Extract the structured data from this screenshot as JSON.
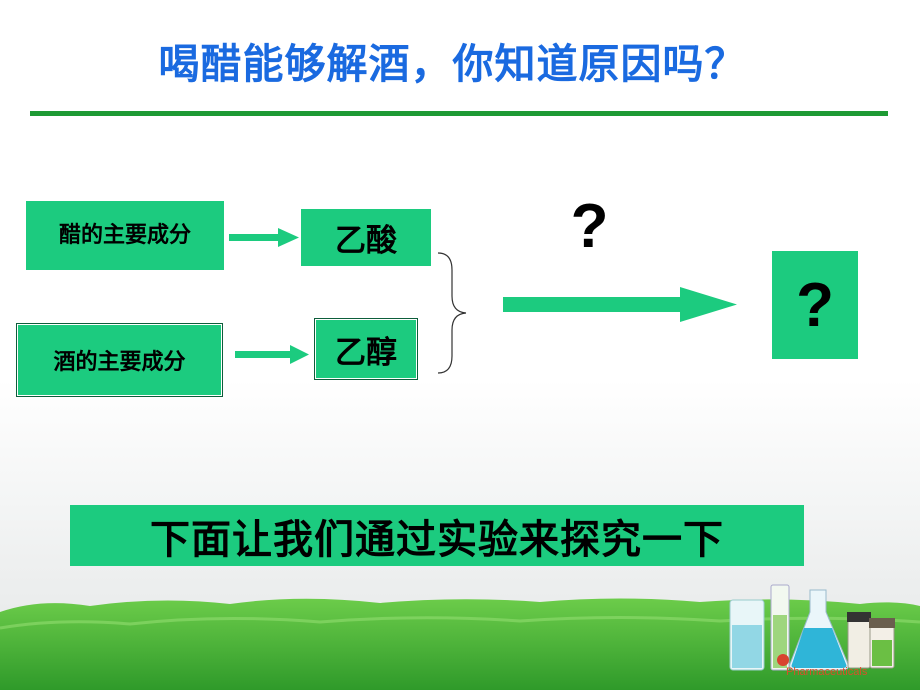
{
  "title": "喝醋能够解酒，你知道原因吗？",
  "boxes": {
    "vinegar_component": "醋的主要成分",
    "liquor_component": "酒的主要成分",
    "acetic_acid": "乙酸",
    "ethanol": "乙醇",
    "unknown_condition": "?",
    "unknown_product": "?"
  },
  "banner": "下面让我们通过实验来探究一下",
  "decoration": {
    "pharma_text": "Pharmaceuticals"
  },
  "colors": {
    "title_blue": "#1a6ae0",
    "box_green": "#1ccb7f",
    "rule_green": "#1e9a34",
    "grass_green": "#4ab43a"
  }
}
